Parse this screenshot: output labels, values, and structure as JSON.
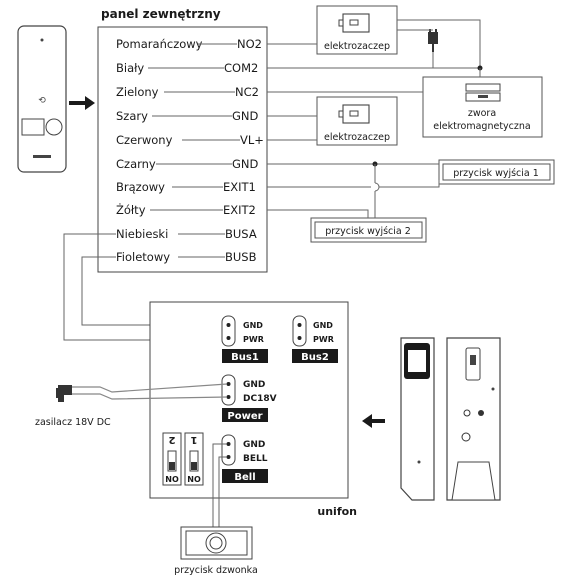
{
  "panel_title": "panel zewnętrzny",
  "wires": [
    {
      "color_name": "Pomarańczowy",
      "terminal": "NO2"
    },
    {
      "color_name": "Biały",
      "terminal": "COM2"
    },
    {
      "color_name": "Zielony",
      "terminal": "NC2"
    },
    {
      "color_name": "Szary",
      "terminal": "GND"
    },
    {
      "color_name": "Czerwony",
      "terminal": "VL+"
    },
    {
      "color_name": "Czarny",
      "terminal": "GND"
    },
    {
      "color_name": "Brązowy",
      "terminal": "EXIT1"
    },
    {
      "color_name": "Żółty",
      "terminal": "EXIT2"
    },
    {
      "color_name": "Niebieski",
      "terminal": "BUSA"
    },
    {
      "color_name": "Fioletowy",
      "terminal": "BUSB"
    }
  ],
  "devices": {
    "strike1": "elektrozaczep",
    "strike2": "elektrozaczep",
    "magnet_line1": "zwora",
    "magnet_line2": "elektromagnetyczna",
    "exit_button1": "przycisk wyjścia 1",
    "exit_button2": "przycisk wyjścia 2",
    "power_supply": "zasilacz 18V DC",
    "bell_button": "przycisk dzwonka"
  },
  "unifon": {
    "brand": "unifon",
    "bus1": {
      "pin1": "GND",
      "pin2": "PWR",
      "tag": "Bus1"
    },
    "bus2": {
      "pin1": "GND",
      "pin2": "PWR",
      "tag": "Bus2"
    },
    "power": {
      "pin1": "GND",
      "pin2": "DC18V",
      "tag": "Power"
    },
    "bell": {
      "pin1": "GND",
      "pin2": "BELL",
      "tag": "Bell"
    },
    "switch1": {
      "num": "2",
      "state": "NO"
    },
    "switch2": {
      "num": "1",
      "state": "NO"
    }
  },
  "colors": {
    "line": "#666666",
    "tag_bg": "#1a1a1a"
  }
}
